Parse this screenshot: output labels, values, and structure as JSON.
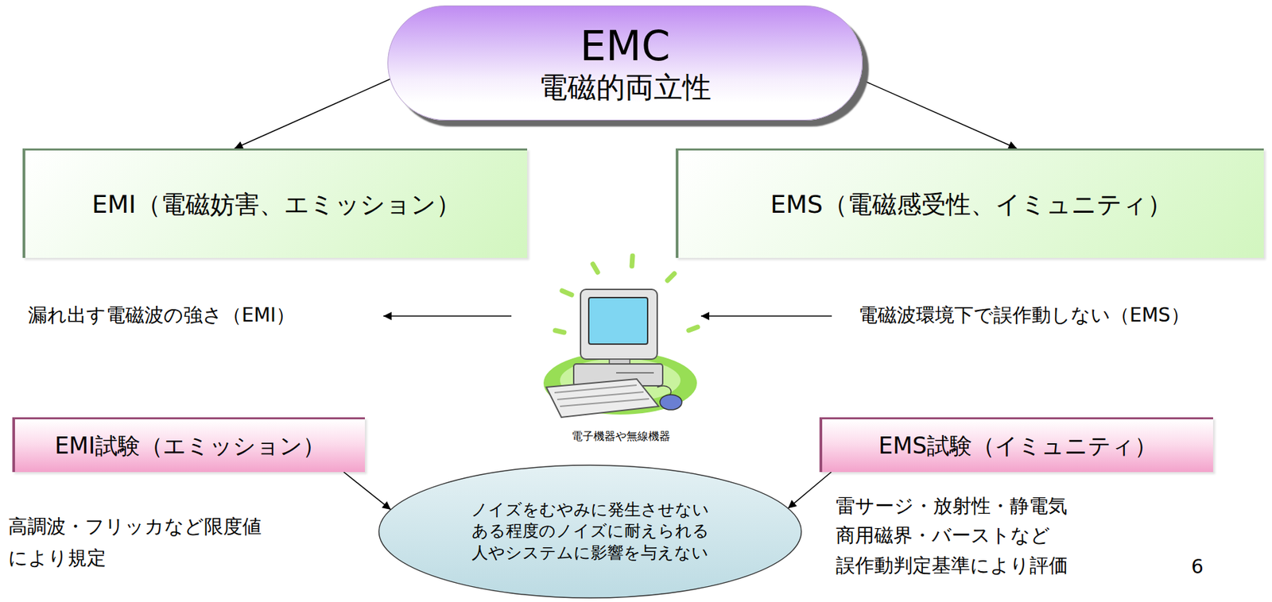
{
  "diagram": {
    "nodes": [
      {
        "text": [
          "EMC",
          "電磁的両立性"
        ]
      },
      {
        "text": [
          "EMI（電磁妨害、エミッション）"
        ]
      },
      {
        "text": [
          "EMS（電磁感受性、イミュニティ）"
        ]
      },
      {
        "text": [
          "EMI試験（エミッション）"
        ]
      },
      {
        "text": [
          "EMS試験（イミュニティ）"
        ]
      },
      {
        "text": [
          "ノイズをむやみに発生させない",
          "ある程度のノイズに耐えられる",
          "人やシステムに影響を与えない"
        ]
      }
    ],
    "edges": [
      {
        "from": 0,
        "to": 1,
        "arrow": "to"
      },
      {
        "from": 0,
        "to": 2,
        "arrow": "to"
      },
      {
        "from": 3,
        "to": 5,
        "arrow": "to"
      },
      {
        "from": 4,
        "to": 5,
        "arrow": "to"
      }
    ],
    "labels": [
      "漏れ出す電磁波の強さ（EMI）",
      "電磁波環境下で誤作動しない（EMS）",
      "電子機器や無線機器",
      "高調波・フリッカなど限度値 により規定",
      "雷サージ・放射性・静電気 商用磁界・バーストなど 誤作動判定基準により評価",
      "6"
    ]
  }
}
